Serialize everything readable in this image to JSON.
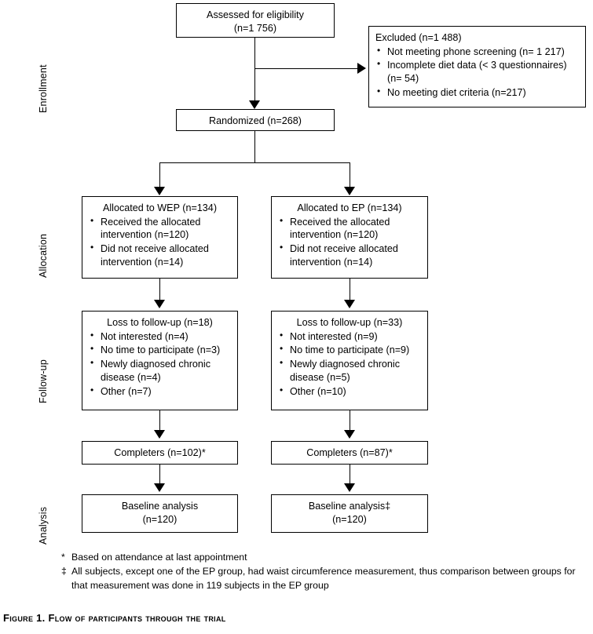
{
  "figure": {
    "caption": "Figure 1. Flow of participants through the trial"
  },
  "stages": [
    {
      "name": "enrollment",
      "label": "Enrollment"
    },
    {
      "name": "allocation",
      "label": "Allocation"
    },
    {
      "name": "followup",
      "label": "Follow-up"
    },
    {
      "name": "analysis",
      "label": "Analysis"
    }
  ],
  "nodes": {
    "assessed": {
      "title": "Assessed  for  eligibility",
      "count": "(n=1 756)"
    },
    "excluded": {
      "title": "Excluded (n=1 488)",
      "items": [
        "Not meeting phone screening (n= 1 217)",
        "Incomplete diet data (< 3 questionnaires) (n= 54)",
        "No meeting diet criteria (n=217)"
      ]
    },
    "randomized": {
      "title": "Randomized (n=268)"
    },
    "allocated_wep": {
      "title": "Allocated to WEP (n=134)",
      "items": [
        "Received the allocated intervention (n=120)",
        "Did not receive allocated intervention (n=14)"
      ]
    },
    "allocated_ep": {
      "title": "Allocated to EP (n=134)",
      "items": [
        "Received the allocated intervention (n=120)",
        "Did not receive allocated intervention (n=14)"
      ]
    },
    "loss_wep": {
      "title": "Loss to follow-up (n=18)",
      "items": [
        "Not interested (n=4)",
        "No time to participate (n=3)",
        "Newly diagnosed chronic disease (n=4)",
        "Other (n=7)"
      ]
    },
    "loss_ep": {
      "title": "Loss to follow-up (n=33)",
      "items": [
        "Not interested (n=9)",
        "No time to participate (n=9)",
        "Newly diagnosed chronic disease (n=5)",
        "Other (n=10)"
      ]
    },
    "completers_wep": {
      "title": "Completers  (n=102)*"
    },
    "completers_ep": {
      "title": "Completers  (n=87)*"
    },
    "baseline_wep": {
      "title": "Baseline analysis",
      "count": "(n=120)"
    },
    "baseline_ep": {
      "title": "Baseline analysis‡",
      "count": "(n=120)"
    }
  },
  "footnotes": [
    {
      "mark": "*",
      "text": "Based on attendance at last appointment"
    },
    {
      "mark": "‡",
      "text": "All subjects, except one of the EP group, had waist circumference measurement, thus comparison between groups for that measurement was done in 119 subjects in the EP group"
    }
  ],
  "colors": {
    "line": "#000000",
    "background": "#ffffff",
    "text": "#000000"
  }
}
